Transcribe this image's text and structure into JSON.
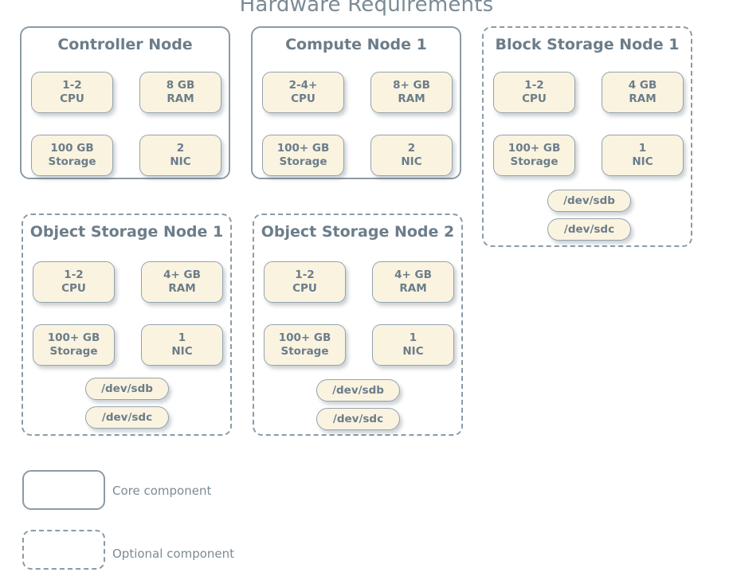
{
  "title": "Hardware Requirements",
  "nodes": [
    {
      "id": "controller-node",
      "name": "Controller Node",
      "kind": "core",
      "components": [
        {
          "line1": "1-2",
          "line2": "CPU"
        },
        {
          "line1": "8 GB",
          "line2": "RAM"
        },
        {
          "line1": "100 GB",
          "line2": "Storage"
        },
        {
          "line1": "2",
          "line2": "NIC"
        }
      ],
      "disks": []
    },
    {
      "id": "compute-node-1",
      "name": "Compute Node 1",
      "kind": "core",
      "components": [
        {
          "line1": "2-4+",
          "line2": "CPU"
        },
        {
          "line1": "8+ GB",
          "line2": "RAM"
        },
        {
          "line1": "100+ GB",
          "line2": "Storage"
        },
        {
          "line1": "2",
          "line2": "NIC"
        }
      ],
      "disks": []
    },
    {
      "id": "block-storage-node-1",
      "name": "Block Storage Node 1",
      "kind": "optional",
      "components": [
        {
          "line1": "1-2",
          "line2": "CPU"
        },
        {
          "line1": "4 GB",
          "line2": "RAM"
        },
        {
          "line1": "100+ GB",
          "line2": "Storage"
        },
        {
          "line1": "1",
          "line2": "NIC"
        }
      ],
      "disks": [
        "/dev/sdb",
        "/dev/sdc"
      ]
    },
    {
      "id": "object-storage-node-1",
      "name": "Object Storage Node 1",
      "kind": "optional",
      "components": [
        {
          "line1": "1-2",
          "line2": "CPU"
        },
        {
          "line1": "4+ GB",
          "line2": "RAM"
        },
        {
          "line1": "100+ GB",
          "line2": "Storage"
        },
        {
          "line1": "1",
          "line2": "NIC"
        }
      ],
      "disks": [
        "/dev/sdb",
        "/dev/sdc"
      ]
    },
    {
      "id": "object-storage-node-2",
      "name": "Object Storage Node 2",
      "kind": "optional",
      "components": [
        {
          "line1": "1-2",
          "line2": "CPU"
        },
        {
          "line1": "4+ GB",
          "line2": "RAM"
        },
        {
          "line1": "100+ GB",
          "line2": "Storage"
        },
        {
          "line1": "1",
          "line2": "NIC"
        }
      ],
      "disks": [
        "/dev/sdb",
        "/dev/sdc"
      ]
    }
  ],
  "legend": [
    {
      "id": "core",
      "label": "Core component",
      "style": "solid"
    },
    {
      "id": "optional",
      "label": "Optional component",
      "style": "dashed"
    }
  ],
  "colors": {
    "background": "#ffffff",
    "component_fill": "#faf3e0",
    "component_border": "#93a3ad",
    "container_border": "#8b9ba6",
    "text": "#6b7d8a",
    "title_text": "#7b8b95",
    "connector": "#5b7382"
  }
}
